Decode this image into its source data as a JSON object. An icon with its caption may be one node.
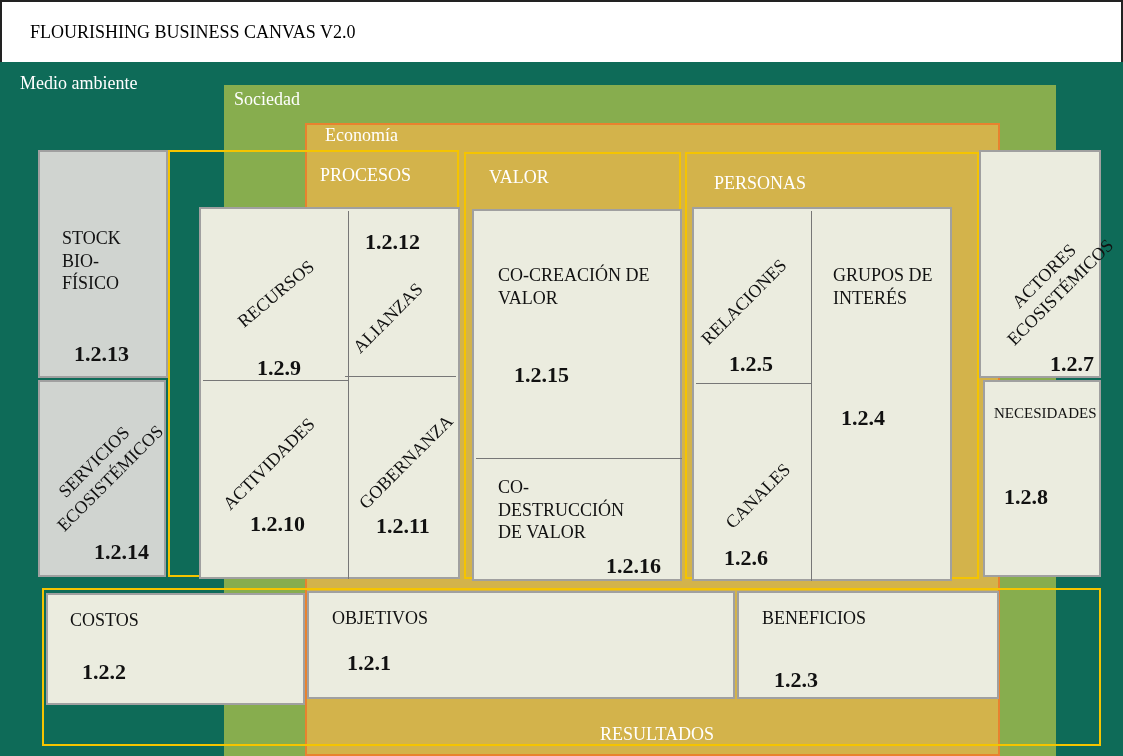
{
  "diagram": {
    "title": "FLOURISHING BUSINESS CANVAS V2.0",
    "nodes": [
      {
        "text": [
          "Medio ambiente"
        ]
      },
      {
        "text": [
          "Sociedad"
        ],
        "in": 0
      },
      {
        "text": [
          "Economía"
        ],
        "in": 1
      },
      {
        "text": [
          "PROCESOS"
        ],
        "in": 0
      },
      {
        "text": [],
        "shape": "box",
        "in": 3
      },
      {
        "text": [
          "RECURSOS",
          "1.2.9"
        ],
        "in": 4
      },
      {
        "text": [
          "1.2.12",
          "ALIANZAS"
        ]
      },
      {
        "text": [
          "ACTIVIDADES",
          "1.2.10"
        ],
        "in": 4
      },
      {
        "text": [
          "GOBERNANZA",
          "1.2.11"
        ]
      },
      {
        "text": [
          "VALOR"
        ],
        "in": 2
      },
      {
        "text": [],
        "shape": "box",
        "in": 9
      },
      {
        "text": [
          "CO-CREACIÓN DE VALOR",
          "1.2.15"
        ],
        "in": 10
      },
      {
        "text": [
          "CO-DESTRUCCIÓN DE VALOR",
          "1.2.16"
        ],
        "in": 10
      },
      {
        "text": [
          "PERSONAS"
        ],
        "in": 2
      },
      {
        "text": [],
        "shape": "box",
        "in": 13
      },
      {
        "text": [
          "RELACIONES",
          "1.2.5"
        ],
        "in": 14
      },
      {
        "text": [
          "GRUPOS DE INTERÉS",
          "1.2.4"
        ],
        "in": 14
      },
      {
        "text": [
          "CANALES",
          "1.2.6"
        ],
        "in": 14
      },
      {
        "text": [
          "STOCK BIO-FÍSICO",
          "1.2.13"
        ],
        "in": 0
      },
      {
        "text": [
          "SERVICIOS ECOSISTÉMICOS",
          "1.2.14"
        ],
        "in": 0
      },
      {
        "text": [
          "ACTORES ECOSISTÉMICOS",
          "1.2.7"
        ],
        "in": 0
      },
      {
        "text": [
          "NECESIDADES",
          "1.2.8"
        ],
        "in": 0
      },
      {
        "text": [
          "RESULTADOS"
        ],
        "in": 0
      },
      {
        "text": [
          "COSTOS",
          "1.2.2"
        ],
        "in": 22
      },
      {
        "text": [
          "OBJETIVOS",
          "1.2.1"
        ]
      },
      {
        "text": [
          "BENEFICIOS",
          "1.2.3"
        ]
      }
    ]
  }
}
